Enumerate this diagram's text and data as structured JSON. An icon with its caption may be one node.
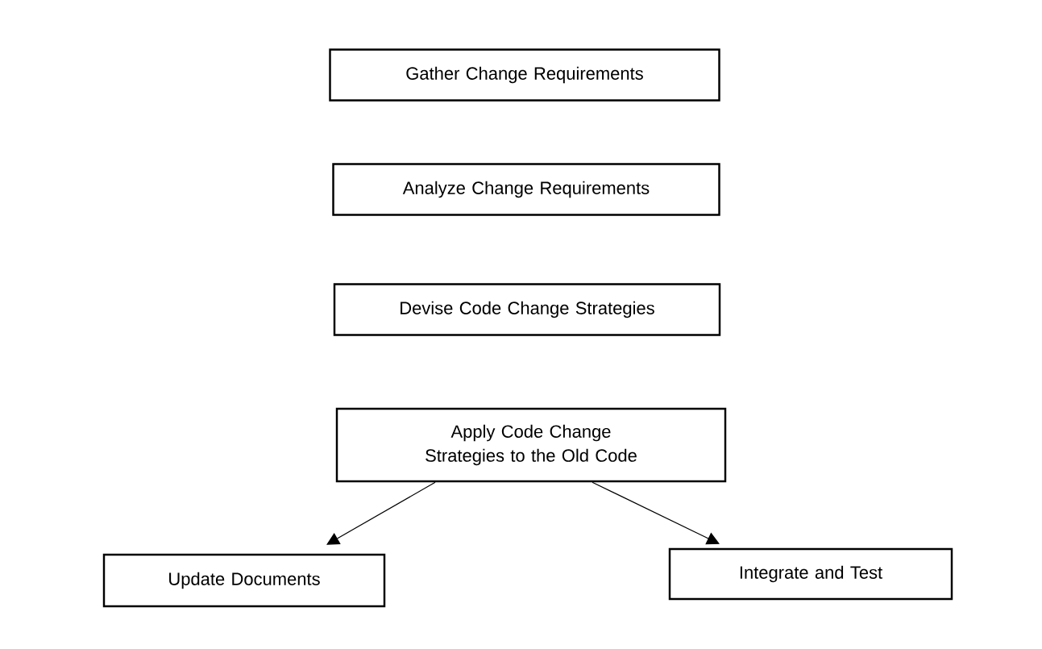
{
  "diagram": {
    "nodes": [
      {
        "text": [
          "Gather Change Requirements"
        ]
      },
      {
        "text": [
          "Analyze Change Requirements"
        ]
      },
      {
        "text": [
          "Devise Code Change Strategies"
        ]
      },
      {
        "text": [
          "Apply Code Change Strategies to the Old Code"
        ]
      },
      {
        "text": [
          "Update Documents"
        ]
      },
      {
        "text": [
          "Integrate and Test"
        ]
      }
    ],
    "edges": [
      {
        "from": 3,
        "to": 4,
        "arrow": "to"
      },
      {
        "from": 3,
        "to": 5,
        "arrow": "to"
      }
    ]
  }
}
